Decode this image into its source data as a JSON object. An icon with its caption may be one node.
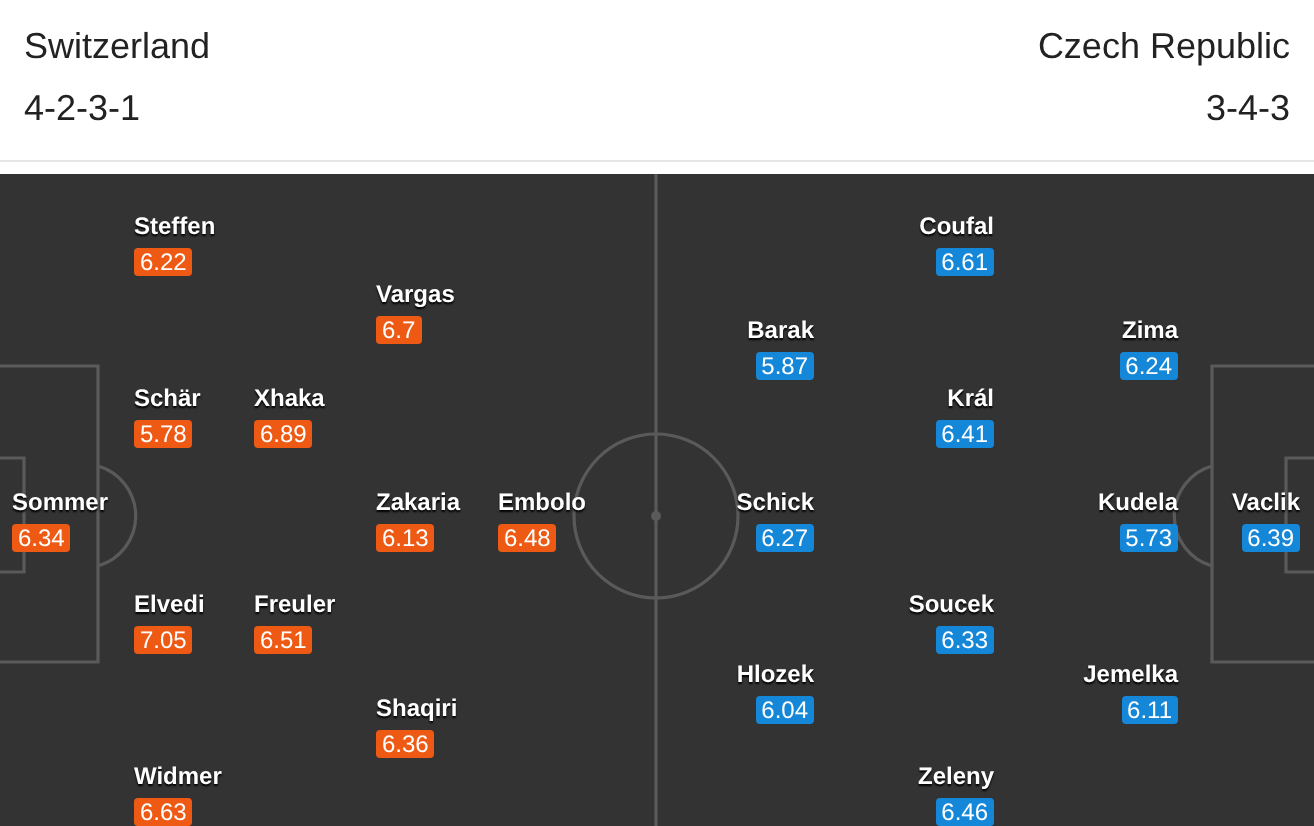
{
  "diagram": {
    "nodes": [
      {
        "text": [
          "Steffen",
          "6.22"
        ]
      },
      {
        "text": [
          "Vargas",
          "6.7"
        ]
      },
      {
        "text": [
          "Schär",
          "5.78"
        ]
      },
      {
        "text": [
          "Xhaka",
          "6.89"
        ]
      },
      {
        "text": [
          "Sommer",
          "6.34"
        ]
      },
      {
        "text": [
          "Zakaria",
          "6.13"
        ]
      },
      {
        "text": [
          "Embolo",
          "6.48"
        ]
      },
      {
        "text": [
          "Elvedi",
          "7.05"
        ]
      },
      {
        "text": [
          "Freuler",
          "6.51"
        ]
      },
      {
        "text": [
          "Shaqiri",
          "6.36"
        ]
      },
      {
        "text": [
          "Widmer",
          "6.63"
        ]
      },
      {
        "text": [
          "Coufal",
          "6.61"
        ]
      },
      {
        "text": [
          "Barak",
          "5.87"
        ]
      },
      {
        "text": [
          "Zima",
          "6.24"
        ]
      },
      {
        "text": [
          "Král",
          "6.41"
        ]
      },
      {
        "text": [
          "Schick",
          "6.27"
        ]
      },
      {
        "text": [
          "Kudela",
          "5.73"
        ]
      },
      {
        "text": [
          "Vaclik",
          "6.39"
        ]
      },
      {
        "text": [
          "Soucek",
          "6.33"
        ]
      },
      {
        "text": [
          "Hlozek",
          "6.04"
        ]
      },
      {
        "text": [
          "Jemelka",
          "6.11"
        ]
      },
      {
        "text": [
          "Zeleny",
          "6.46"
        ]
      }
    ],
    "labels": [
      "Switzerland",
      "Czech Republic",
      "4-2-3-1",
      "3-4-3"
    ]
  }
}
